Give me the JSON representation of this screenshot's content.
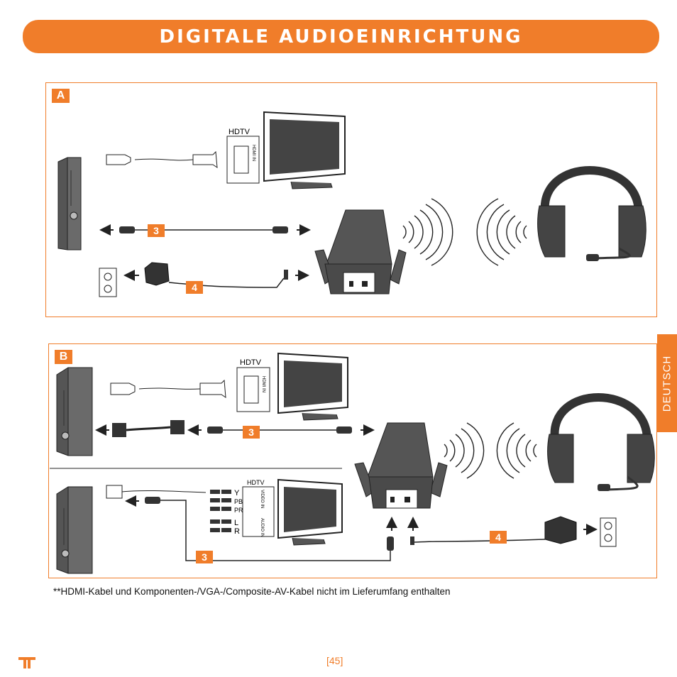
{
  "header": {
    "title": "DIGITALE AUDIOEINRICHTUNG"
  },
  "side_tab": {
    "label": "DEUTSCH"
  },
  "panels": {
    "a": {
      "letter": "A",
      "hdtv_label": "HDTV",
      "hdmi_port_label": "HDMI IN",
      "step_optical": "3",
      "step_power": "4"
    },
    "b": {
      "letter": "B",
      "hdtv_label_top": "HDTV",
      "hdmi_port_label": "HDMI IN",
      "step_optical_top": "3",
      "hdtv_label_bottom": "HDTV",
      "video_in_label": "VIDEO IN",
      "audio_in_label": "AUDIO IN",
      "component_labels": [
        "Y",
        "PB",
        "PR",
        "L",
        "R"
      ],
      "step_optical_bottom": "3",
      "step_power": "4"
    }
  },
  "footnote": "**HDMI-Kabel und Komponenten-/VGA-/Composite-AV-Kabel nicht im Lieferumfang enthalten",
  "page_number": "[45]",
  "colors": {
    "accent": "#f07d2a",
    "device": "#4a4a4a"
  },
  "icons": [
    "xbox-console-icon",
    "hdtv-icon",
    "hdmi-cable-icon",
    "optical-cable-icon",
    "power-adapter-icon",
    "wall-outlet-icon",
    "transmitter-base-icon",
    "headset-icon",
    "wireless-signal-icon",
    "arrow-icon",
    "brand-logo-icon"
  ]
}
